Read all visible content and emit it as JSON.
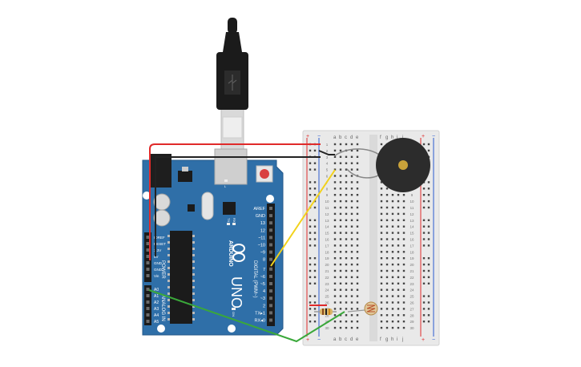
{
  "colors": {
    "board": "#2f6fa8",
    "board_dark": "#1f4f7f",
    "breadboard": "#e8e8e8",
    "wire_red": "#e02a2a",
    "wire_black": "#222222",
    "wire_yellow": "#f2d21b",
    "wire_green": "#3aa83a",
    "buzzer": "#2c2c2c",
    "buzzer_center": "#c9a23a"
  },
  "breadboard": {
    "columns_left": [
      "a",
      "b",
      "c",
      "d",
      "e"
    ],
    "columns_right": [
      "f",
      "g",
      "h",
      "i",
      "j"
    ],
    "rows": [
      "1",
      "2",
      "3",
      "4",
      "5",
      "6",
      "7",
      "8",
      "9",
      "10",
      "11",
      "12",
      "13",
      "14",
      "15",
      "16",
      "17",
      "18",
      "19",
      "20",
      "21",
      "22",
      "23",
      "24",
      "25",
      "26",
      "27",
      "28",
      "29",
      "30"
    ],
    "rail_plus": "+",
    "rail_minus": "−"
  },
  "arduino": {
    "logo_text": "ARDUINO",
    "model": "UNO",
    "digital_label": "DIGITAL (PWM~)",
    "digital_pins": [
      "AREF",
      "GND",
      "13",
      "12",
      "~11",
      "~10",
      "~9",
      "8",
      "7",
      "~6",
      "~5",
      "4",
      "~3",
      "2",
      "TX▸1",
      "RX◂0"
    ],
    "power_label": "POWER",
    "power_pins": [
      "IOREF",
      "RESET",
      "3.3V",
      "5V",
      "GND",
      "GND",
      "Vin"
    ],
    "analog_label": "ANALOG IN",
    "analog_pins": [
      "A0",
      "A1",
      "A2",
      "A3",
      "A4",
      "A5"
    ],
    "led_labels": [
      "TX",
      "RX"
    ],
    "on_label": "ON",
    "l_label": "L"
  },
  "components": {
    "usb_cable": "usb-cable",
    "buzzer": "piezo-buzzer",
    "photoresistor": "photoresistor",
    "resistor": "resistor"
  }
}
